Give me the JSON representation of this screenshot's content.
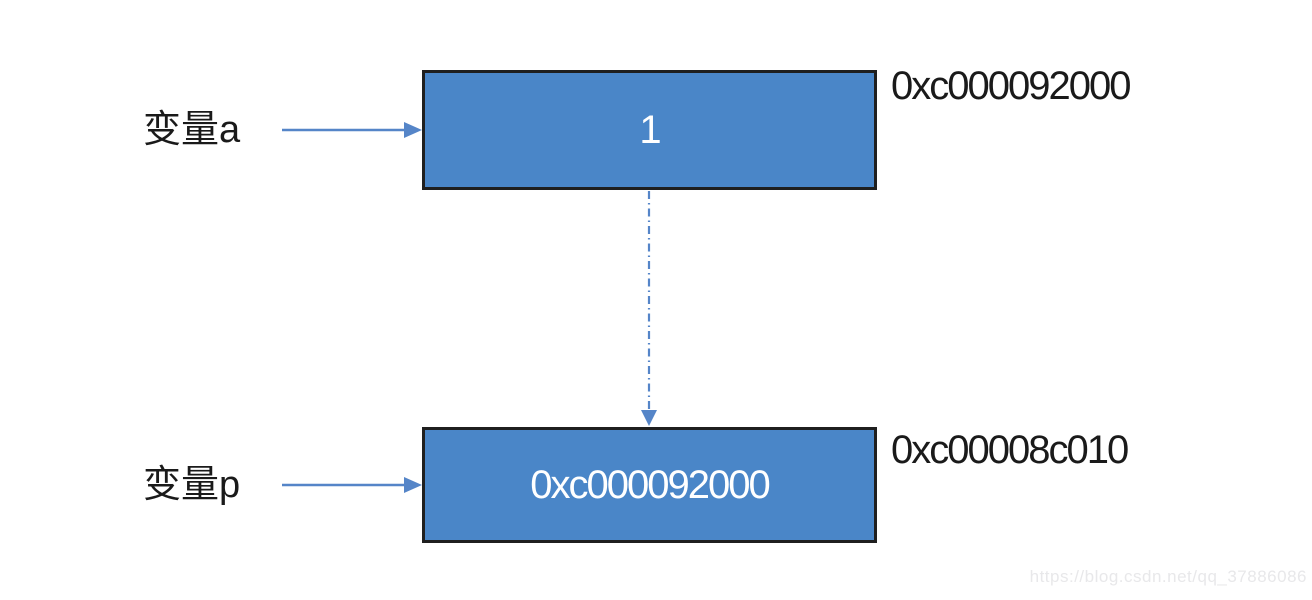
{
  "diagram": {
    "variable_a": {
      "label": "变量a",
      "value": "1",
      "address": "0xc000092000"
    },
    "variable_p": {
      "label": "变量p",
      "value": "0xc000092000",
      "address": "0xc00008c010"
    },
    "watermark": "https://blog.csdn.net/qq_37886086",
    "colors": {
      "box_fill": "#4a86c8",
      "box_border": "#1f1f1f",
      "arrow": "#5585c8",
      "text_on_box": "#ffffff",
      "label_text": "#1a1a1a",
      "watermark_color": "#e8e8ea"
    }
  }
}
